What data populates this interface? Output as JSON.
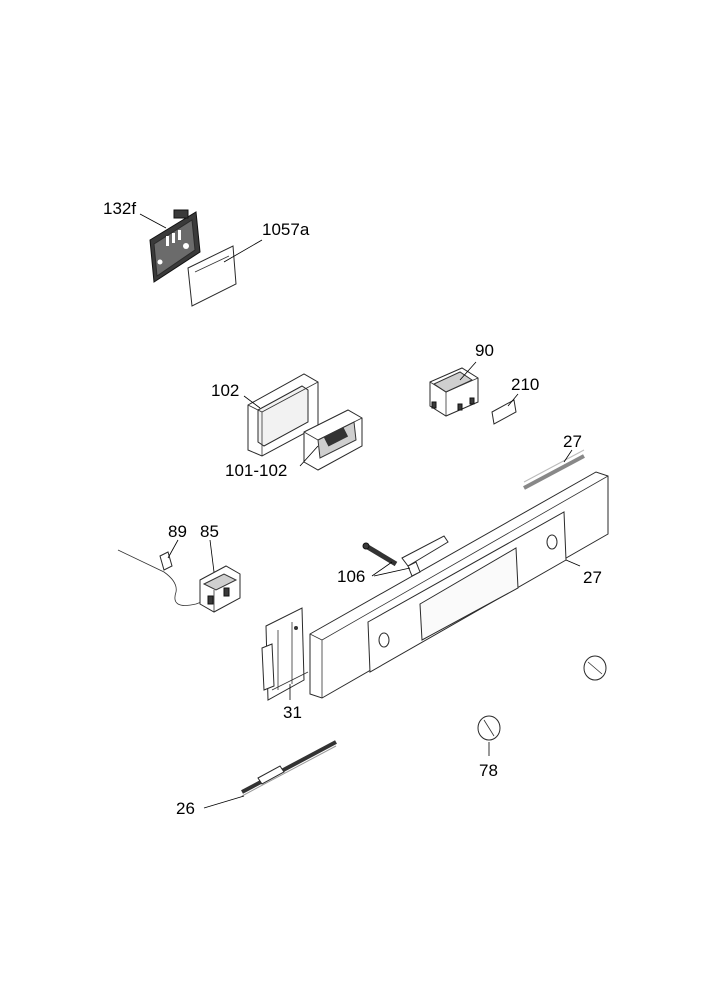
{
  "labels": {
    "l132f": "132f",
    "l1057a": "1057a",
    "l90": "90",
    "l210": "210",
    "l102": "102",
    "l101_102": "101-102",
    "l27a": "27",
    "l27b": "27",
    "l89": "89",
    "l85": "85",
    "l106": "106",
    "l31": "31",
    "l78": "78",
    "l26": "26"
  },
  "colors": {
    "line": "#2a2a2a",
    "background": "#ffffff"
  }
}
